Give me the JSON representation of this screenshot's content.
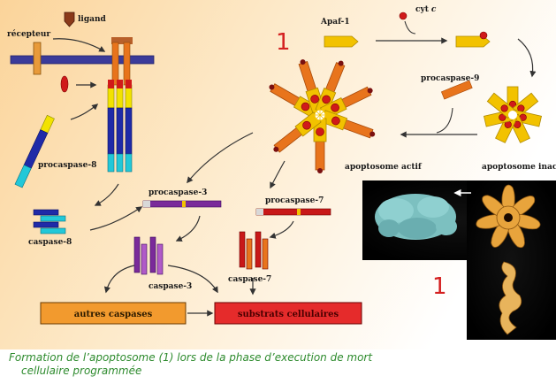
{
  "labels": {
    "recepteur": "récepteur",
    "ligand": "ligand",
    "apaf1": "Apaf-1",
    "cytc_prefix": "cyt",
    "cytc_italic": "c",
    "procaspase8": "procaspase-8",
    "procaspase9": "procaspase-9",
    "procaspase3": "procaspase-3",
    "procaspase7": "procaspase-7",
    "caspase8": "caspase-8",
    "caspase3": "caspase-3",
    "caspase7": "caspase-7",
    "apoptosome_actif": "apoptosome actif",
    "apoptosome_inactif": "apoptosome inacti"
  },
  "markers": {
    "one_top": "1",
    "one_bottom": "1"
  },
  "boxes": {
    "autres_caspases": "autres caspases",
    "substrats_cellulaires": "substrats cellulaires"
  },
  "caption": {
    "line1": "Formation de l’apoptosome  (1) lors de la phase d’execution de mort",
    "line2": "cellulaire programmée"
  },
  "colors": {
    "caption_text": "#2e8b2e",
    "marker_red": "#d42020",
    "apoptosome_arm_yellow": "#f2c200",
    "apoptosome_arm_orange": "#e8741c",
    "receptor_blue": "#3b3b9a",
    "box_orange": "#f29a2e",
    "box_red": "#e52b2b"
  }
}
